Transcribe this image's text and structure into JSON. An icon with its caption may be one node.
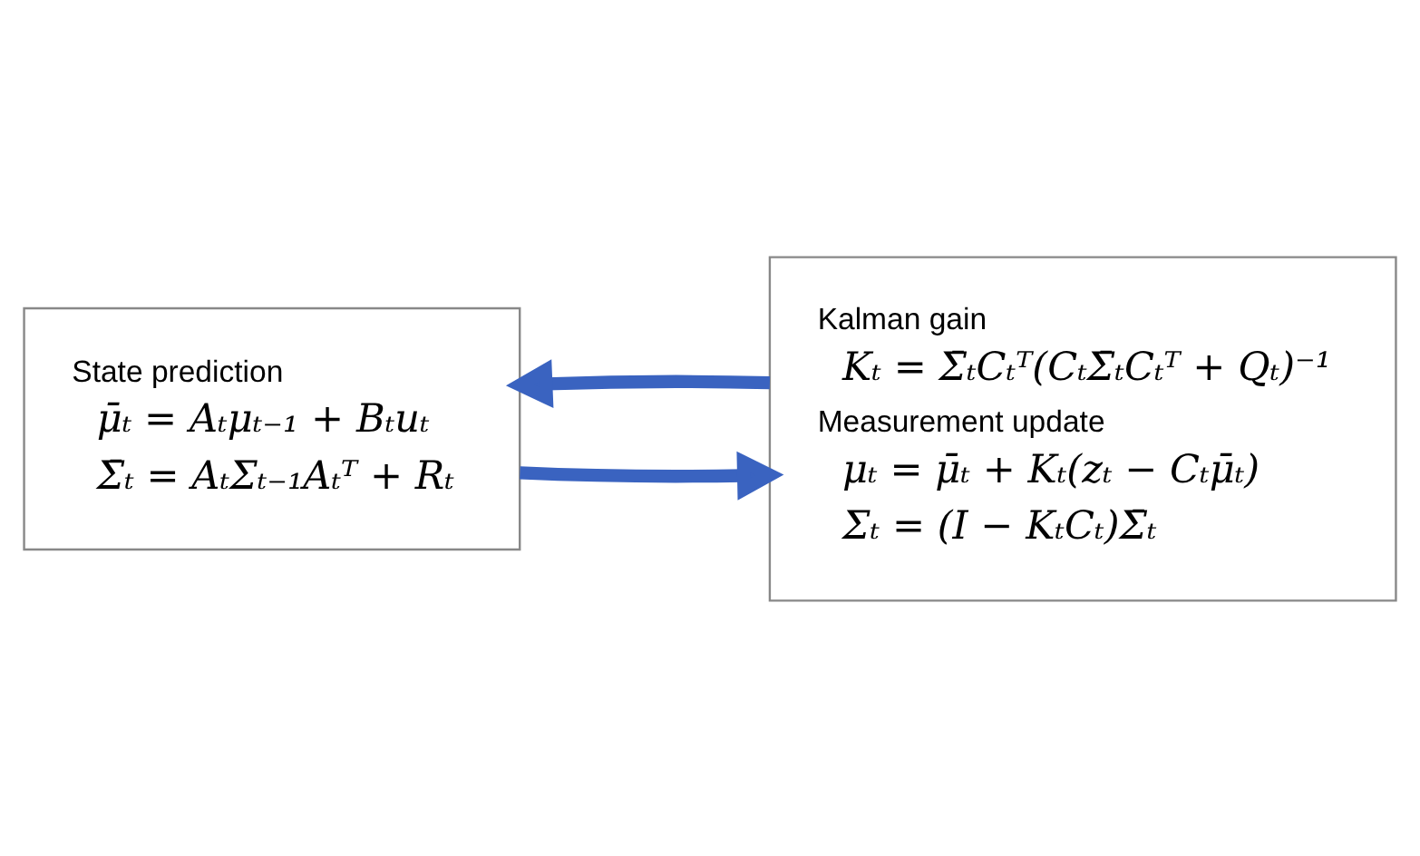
{
  "diagram": {
    "nodes": [
      {
        "text": [
          "State prediction",
          "μ̄ₜ = Aₜμₜ₋₁ + Bₜuₜ",
          "Σ̄ₜ = AₜΣₜ₋₁Aₜᵀ + Rₜ"
        ]
      },
      {
        "text": [
          "Kalman gain",
          "Kₜ = Σ̄ₜCₜᵀ(CₜΣ̄ₜCₜᵀ + Qₜ)⁻¹",
          "Measurement update",
          "μₜ = μ̄ₜ + Kₜ(zₜ − Cₜμ̄ₜ)",
          "Σₜ = (I − KₜCₜ)Σ̄ₜ"
        ]
      }
    ],
    "edges": [
      {
        "from": 0,
        "to": 1,
        "arrow": "to"
      },
      {
        "from": 1,
        "to": 0,
        "arrow": "to"
      }
    ]
  }
}
